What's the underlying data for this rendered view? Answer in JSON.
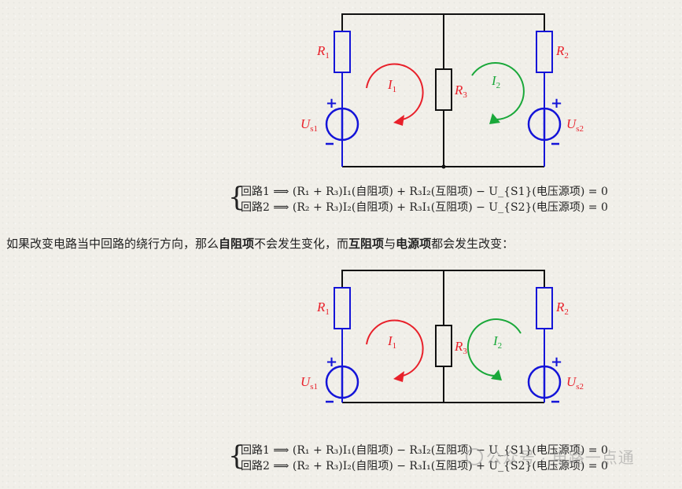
{
  "diagram1": {
    "labels": {
      "r1": "R",
      "r1_sub": "1",
      "r2": "R",
      "r2_sub": "2",
      "r3": "R",
      "r3_sub": "3",
      "i1": "I",
      "i1_sub": "1",
      "i2": "I",
      "i2_sub": "2",
      "us1": "U",
      "us1_sub": "s1",
      "us2": "U",
      "us2_sub": "s2"
    },
    "loop1_direction": "clockwise",
    "loop2_direction": "clockwise"
  },
  "equations1": {
    "line1": "回路1 ⟹ (R₁ + R₃)I₁(自阻项) + R₃I₂(互阻项) − U_{S1}(电压源项) = 0",
    "line2": "回路2 ⟹ (R₂ + R₃)I₂(自阻项) + R₃I₁(互阻项) − U_{S2}(电压源项) = 0"
  },
  "paragraph": {
    "before": "如果改变电路当中回路的绕行方向，那么",
    "bold1": "自阻项",
    "mid1": "不会发生变化，而",
    "bold2": "互阻项",
    "mid2": "与",
    "bold3": "电源项",
    "after": "都会发生改变："
  },
  "diagram2": {
    "labels": {
      "r1": "R",
      "r1_sub": "1",
      "r2": "R",
      "r2_sub": "2",
      "r3": "R",
      "r3_sub": "3",
      "i1": "I",
      "i1_sub": "1",
      "i2": "I",
      "i2_sub": "2",
      "us1": "U",
      "us1_sub": "s1",
      "us2": "U",
      "us2_sub": "s2"
    },
    "loop1_direction": "clockwise",
    "loop2_direction": "counterclockwise"
  },
  "equations2": {
    "line1": "回路1 ⟹ (R₁ + R₃)I₁(自阻项) − R₃I₂(互阻项) − U_{S1}(电压源项) = 0",
    "line2": "回路2 ⟹ (R₂ + R₃)I₂(自阻项) − R₃I₁(互阻项) + U_{S2}(电压源项) = 0"
  },
  "watermark": "公众号 · 电路一点通",
  "colors": {
    "red": "#e8202a",
    "blue": "#1414d8",
    "green": "#1aa83a",
    "black": "#111111"
  }
}
